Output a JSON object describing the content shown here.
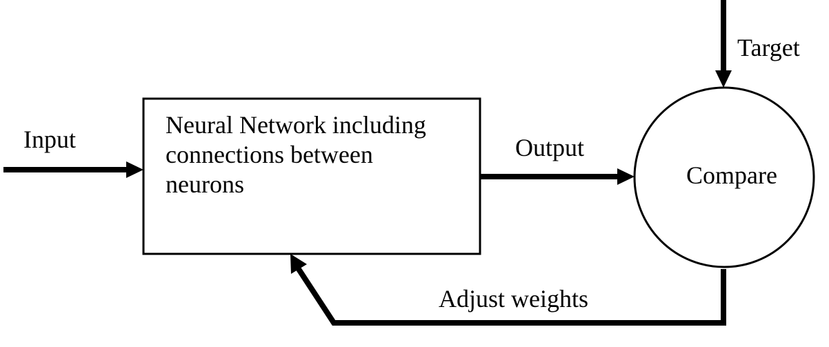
{
  "network_box": {
    "lines": [
      "Neural Network including",
      "connections between",
      "neurons"
    ]
  },
  "compare_node": {
    "label": "Compare"
  },
  "edges": {
    "input_label": "Input",
    "output_label": "Output",
    "target_label": "Target",
    "feedback_label": "Adjust weights"
  },
  "colors": {
    "ink": "#000000",
    "background": "#ffffff"
  }
}
